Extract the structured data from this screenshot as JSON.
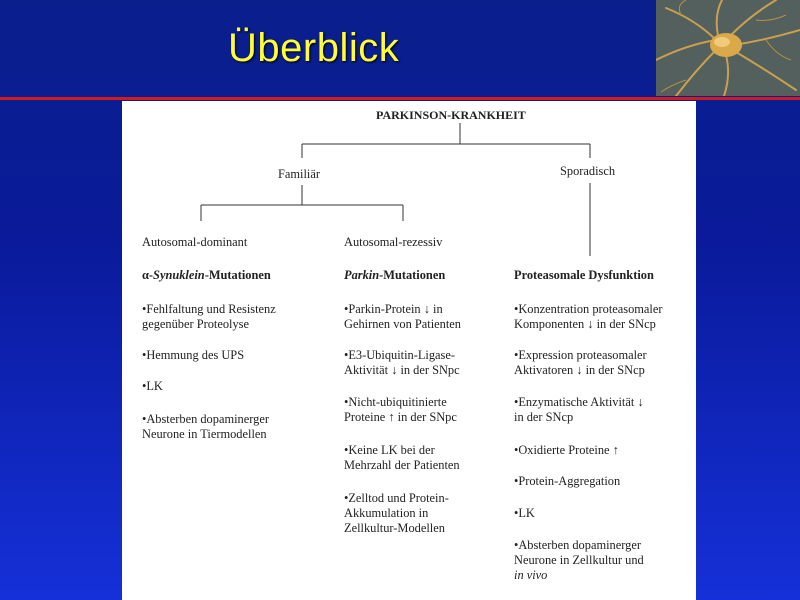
{
  "slide": {
    "title": "Überblick",
    "image_name": "neuron-image"
  },
  "diagram": {
    "root": "PARKINSON-KRANKHEIT",
    "branches": {
      "familiar": "Familiär",
      "sporadic": "Sporadisch"
    },
    "columns": [
      {
        "heading": "Autosomal-dominant",
        "title_prefix": "α-",
        "title_italic": "Synuklein",
        "title_suffix": "-Mutationen",
        "items": [
          [
            "•Fehlfaltung und Resistenz",
            "gegenüber Proteolyse"
          ],
          [
            "•Hemmung des UPS"
          ],
          [
            "•LK"
          ],
          [
            "•Absterben dopaminerger",
            "Neurone in Tiermodellen"
          ]
        ]
      },
      {
        "heading": "Autosomal-rezessiv",
        "title_italic": "Parkin",
        "title_suffix": "-Mutationen",
        "items": [
          [
            "•Parkin-Protein ↓ in",
            "Gehirnen von Patienten"
          ],
          [
            "•E3-Ubiquitin-Ligase-",
            "Aktivität ↓ in der SNpc"
          ],
          [
            "•Nicht-ubiquitinierte",
            "Proteine ↑ in der SNpc"
          ],
          [
            "•Keine LK bei der",
            "Mehrzahl der Patienten"
          ],
          [
            "•Zelltod und Protein-",
            "Akkumulation in",
            "Zellkultur-Modellen"
          ]
        ]
      },
      {
        "title": "Proteasomale Dysfunktion",
        "items": [
          [
            "•Konzentration proteasomaler",
            "Komponenten ↓ in der SNcp"
          ],
          [
            "•Expression proteasomaler",
            "Aktivatoren ↓ in der SNcp"
          ],
          [
            "•Enzymatische Aktivität ↓",
            "in der SNcp"
          ],
          [
            "•Oxidierte Proteine ↑"
          ],
          [
            "•Protein-Aggregation"
          ],
          [
            "•LK"
          ],
          [
            "•Absterben dopaminerger",
            "Neurone in Zellkultur und"
          ]
        ],
        "last_line_italic": "in vivo"
      }
    ]
  }
}
